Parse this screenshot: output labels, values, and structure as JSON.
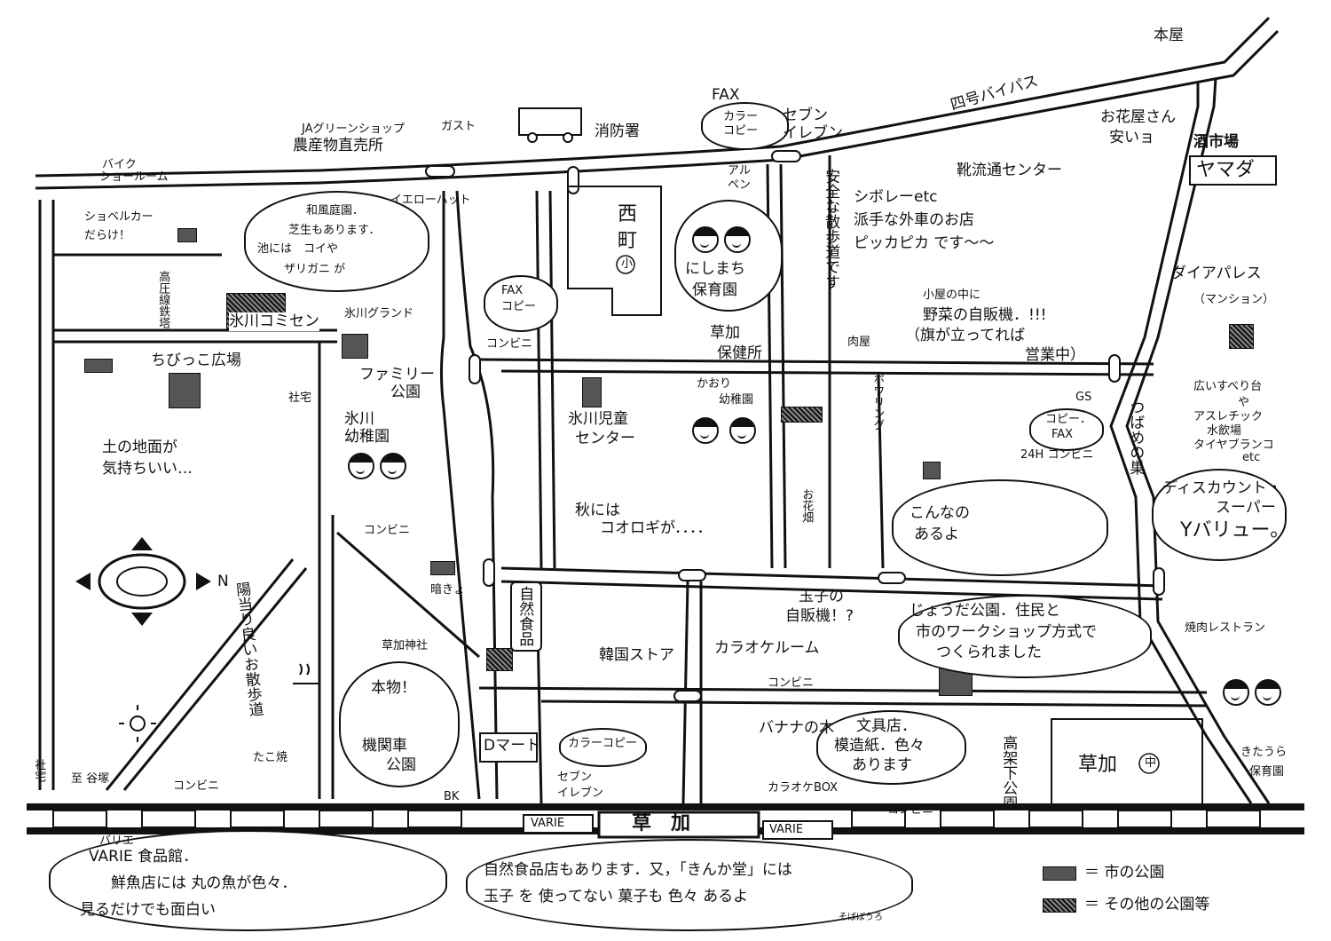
{
  "station": {
    "name": "草　加",
    "varie_left": "VARIE",
    "varie_right": "VARIE"
  },
  "roads": {
    "bypass": "四号バイパス",
    "promenade": "陽当り良いお散歩道",
    "safe_walk": "安全な散歩道です",
    "to_yatsuka": "至 谷塚"
  },
  "compass": {
    "north": "N"
  },
  "landmarks": {
    "honya": "本屋",
    "fire_station": "消防署",
    "gusto": "ガスト",
    "ja_shop_1": "JAグリーンショップ",
    "ja_shop_2": "農産物直売所",
    "bike_1": "バイク",
    "bike_2": "ショールーム",
    "yellow_hat": "イエローハット",
    "alpen_1": "アル",
    "alpen_2": "ペン",
    "fax_top": "FAX",
    "color_copy_top_1": "カラー",
    "color_copy_top_2": "コピー",
    "seven_top_1": "セブン",
    "seven_top_2": "イレブン",
    "flower_shop_1": "お花屋さん",
    "flower_shop_2": "安いョ",
    "sake": "酒市場",
    "yamada": "ヤマダ",
    "shoe_center": "靴流通センター",
    "import_car_1": "シボレーetc",
    "import_car_2": "派手な外車のお店",
    "import_car_3": "ピッカピカ です～～",
    "shovel_1": "ショベルカー",
    "shovel_2": "だらけ！",
    "garden_1": "和風庭園．",
    "garden_2": "芝生もあります．",
    "garden_3": "池には　コイや",
    "garden_4": "ザリガニ が",
    "nishimachi_1": "西",
    "nishimachi_2": "町",
    "nishimachi_mark": "小",
    "nishimachi_nursery_1": "にしまち",
    "nishimachi_nursery_2": "保育園",
    "powerline": "高圧線鉄塔",
    "hikawa_comm": "氷川コミセン",
    "hikawa_ground": "氷川グランド",
    "fax_copy_1": "FAX",
    "fax_copy_2": "コピー",
    "conv_1": "コンビニ",
    "chibikko": "ちびっこ広場",
    "shataku_1": "社宅",
    "soil_1": "土の地面が",
    "soil_2": "気持ちいい…",
    "family_1": "ファミリー",
    "family_2": "公園",
    "hikawa_kg_1": "氷川",
    "hikawa_kg_2": "幼稚園",
    "soka_health_1": "草加",
    "soka_health_2": "保健所",
    "hikawa_child_1": "氷川児童",
    "hikawa_child_2": "センター",
    "kaori_1": "かおり",
    "kaori_2": "幼稚園",
    "cricket_1": "秋には",
    "cricket_2": "コオロギが．．．．",
    "flower_field": "お花畑",
    "bowling": "ボウリング",
    "butcher": "肉屋",
    "veg_1": "小屋の中に",
    "veg_2": "野菜の自販機．!!!",
    "veg_3": "（旗が立ってれば",
    "veg_4": "営業中）",
    "diapalace_1": "ダイアパレス",
    "diapalace_2": "（マンション）",
    "gs": "GS",
    "swallow": "つばめの巣",
    "copy_fax_24_1": "コピー．",
    "copy_fax_24_2": "FAX",
    "copy_fax_24_3": "24H コンビニ",
    "slide_1": "広いすべり台",
    "slide_2": "や",
    "slide_3": "アスレチック",
    "slide_4": "水飲場",
    "slide_5": "タイヤブランコ",
    "slide_6": "etc",
    "discount_1": "ディスカウント・",
    "discount_2": "スーパー",
    "discount_3": "Yバリュー。",
    "like_this_1": "こんなの",
    "like_this_2": "あるよ",
    "conv_2": "コンビニ",
    "dark": "暗きょ",
    "natural_food": "自然食品",
    "egg_1": "玉子の",
    "egg_2": "自販機！?",
    "jouda_1": "じょうだ公園．住民と",
    "jouda_2": "市のワークショップ方式で",
    "jouda_3": "つくられました",
    "yakiniku": "焼肉レストラン",
    "soka_shrine": "草加神社",
    "korea": "韓国ストア",
    "karaoke_room": "カラオケルーム",
    "conv_3": "コンビニ",
    "loco_1": "本物！",
    "loco_2": "機関車",
    "loco_3": "公園",
    "banana": "バナナの木",
    "stationery_1": "文具店．",
    "stationery_2": "模造紙．色々",
    "stationery_3": "あります",
    "kitaura_1": "きたうら",
    "kitaura_2": "保育園",
    "dmart": "Dマート",
    "color_copy_2": "カラーコピー",
    "seven_2_1": "セブン",
    "seven_2_2": "イレブン",
    "karaoke_box": "カラオケBOX",
    "conv_4": "コンビニ",
    "koukashita": "高架下公園",
    "soka_jhs": "草加",
    "soka_jhs_mark": "中",
    "takoyaki": "たこ焼",
    "conv_5": "コンビニ",
    "bk": "BK",
    "shataku_2": "社宅"
  },
  "notes": {
    "varie_ruby": "バリエ",
    "varie_1": "VARIE 食品館．",
    "varie_2": "鮮魚店には 丸の魚が色々．",
    "varie_3": "見るだけでも面白い",
    "nature_1": "自然食品店もあります．又，「きんか堂」には",
    "nature_2": "玉子 を 使ってない 菓子も 色々 あるよ",
    "signature": "そばぼうろ"
  },
  "legend": {
    "city_park": "＝ 市の公園",
    "other_park": "＝ その他の公園等"
  }
}
